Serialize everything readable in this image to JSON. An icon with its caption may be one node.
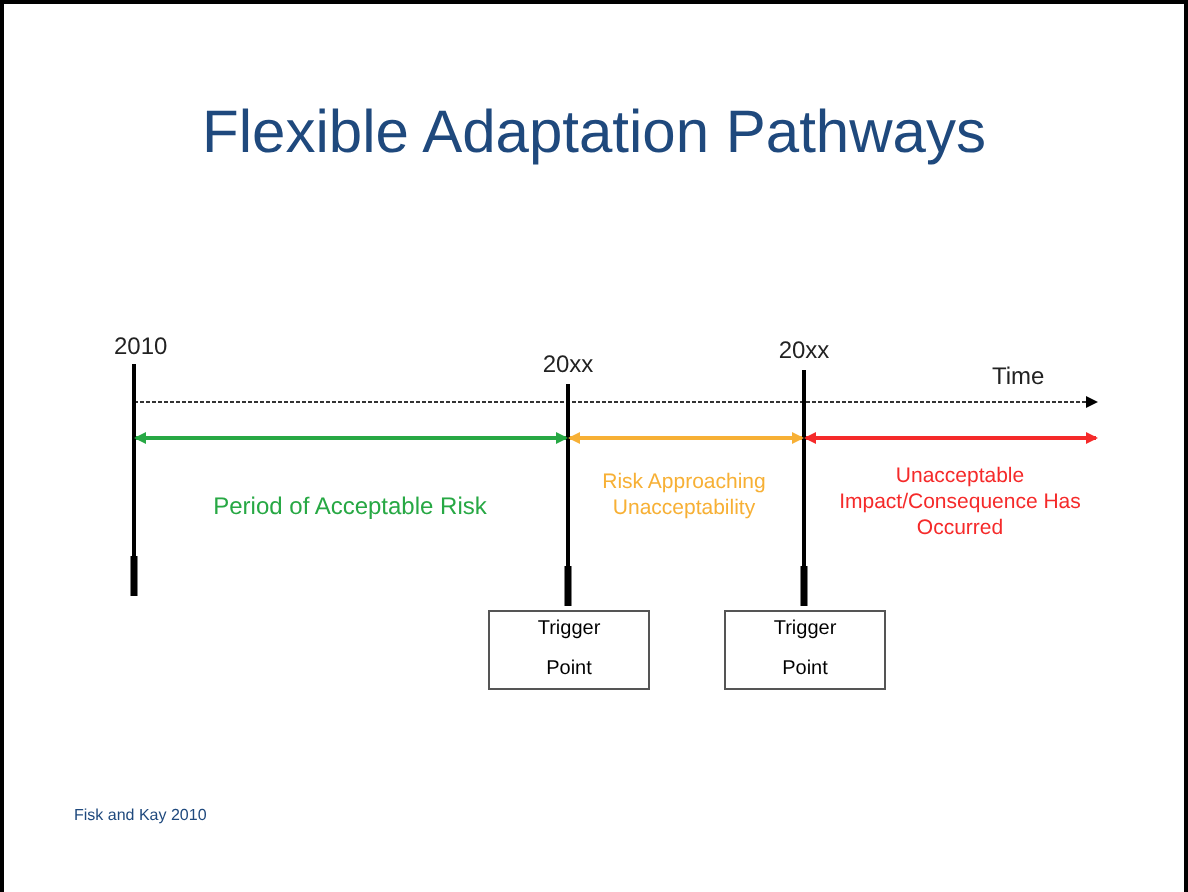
{
  "diagram": {
    "title": "Flexible Adaptation Pathways",
    "caption": "Fisk and Kay 2010",
    "nodes": [
      {
        "text": [
          "Trigger Point"
        ]
      },
      {
        "text": [
          "Trigger Point"
        ]
      }
    ],
    "edges": [],
    "labels": [
      "2010",
      "20xx",
      "20xx",
      "Time",
      "Period of Acceptable Risk",
      "Risk Approaching Unacceptability",
      "Unacceptable Impact/Consequence Has Occurred"
    ]
  }
}
